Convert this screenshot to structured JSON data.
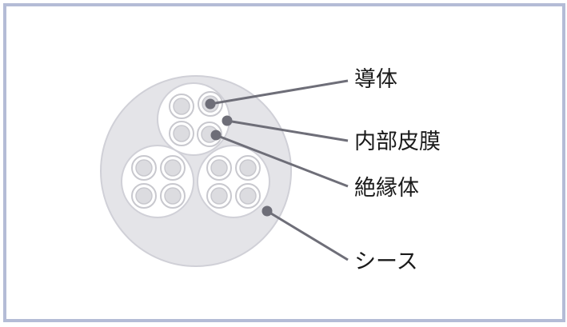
{
  "diagram": {
    "labels": {
      "conductor": "導体",
      "inner_film": "内部皮膜",
      "insulation": "絶縁体",
      "sheath": "シース"
    },
    "colors": {
      "frame": "#b4bcd6",
      "sheath_fill": "#e4e4e8",
      "sheath_stroke": "#cfcfd6",
      "group_fill": "#ffffff",
      "wire_outer": "#c9c9cf",
      "wire_inner": "#dcdce0",
      "leader_line": "#6e6e78",
      "marker_dot": "#6e6e78"
    }
  }
}
